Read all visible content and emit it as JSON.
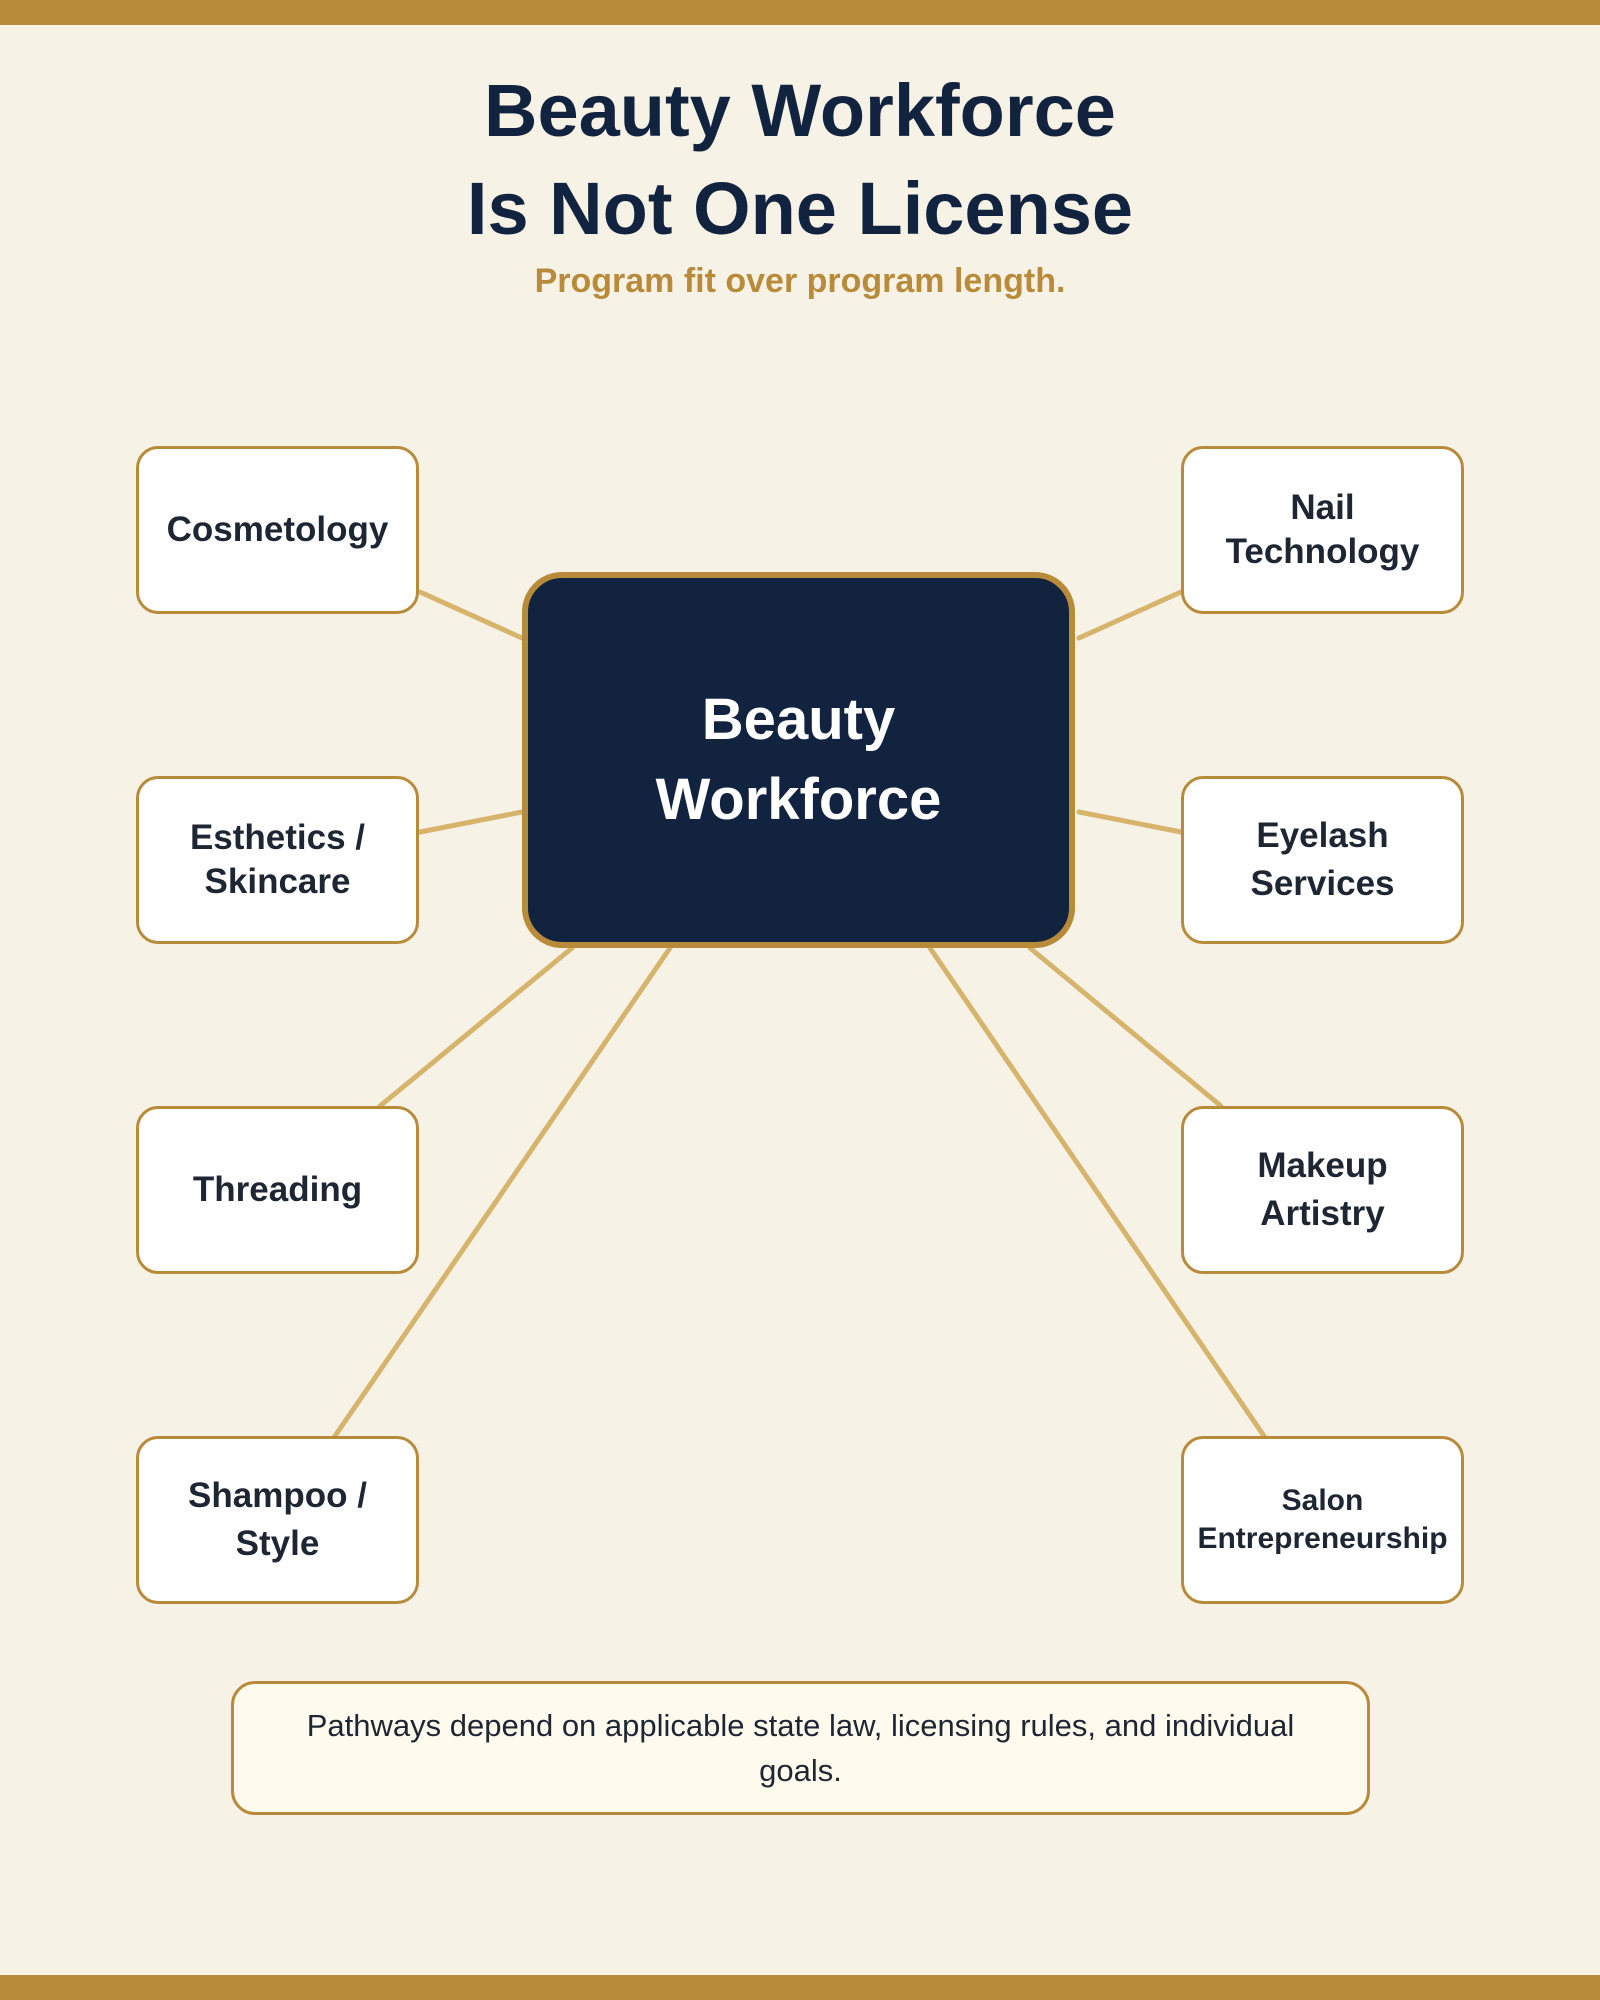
{
  "header": {
    "title_line1": "Beauty Workforce",
    "title_line2": "Is Not One License",
    "subtitle": "Program fit over program length."
  },
  "hub": {
    "label": "Beauty Workforce"
  },
  "pathways": {
    "left": [
      "Cosmetology",
      "Esthetics / Skincare",
      "Threading",
      "Shampoo / Style"
    ],
    "right": [
      "Nail Technology",
      "Eyelash Services",
      "Makeup Artistry",
      "Salon Entrepreneurship"
    ]
  },
  "footer_note": "Pathways depend on applicable state law, licensing rules, and individual goals.",
  "colors": {
    "background": "#f7f2e6",
    "accent_gold": "#b88b3a",
    "connector": "#d6b46c",
    "hub_navy": "#12233f",
    "text_dark": "#1f2633"
  }
}
